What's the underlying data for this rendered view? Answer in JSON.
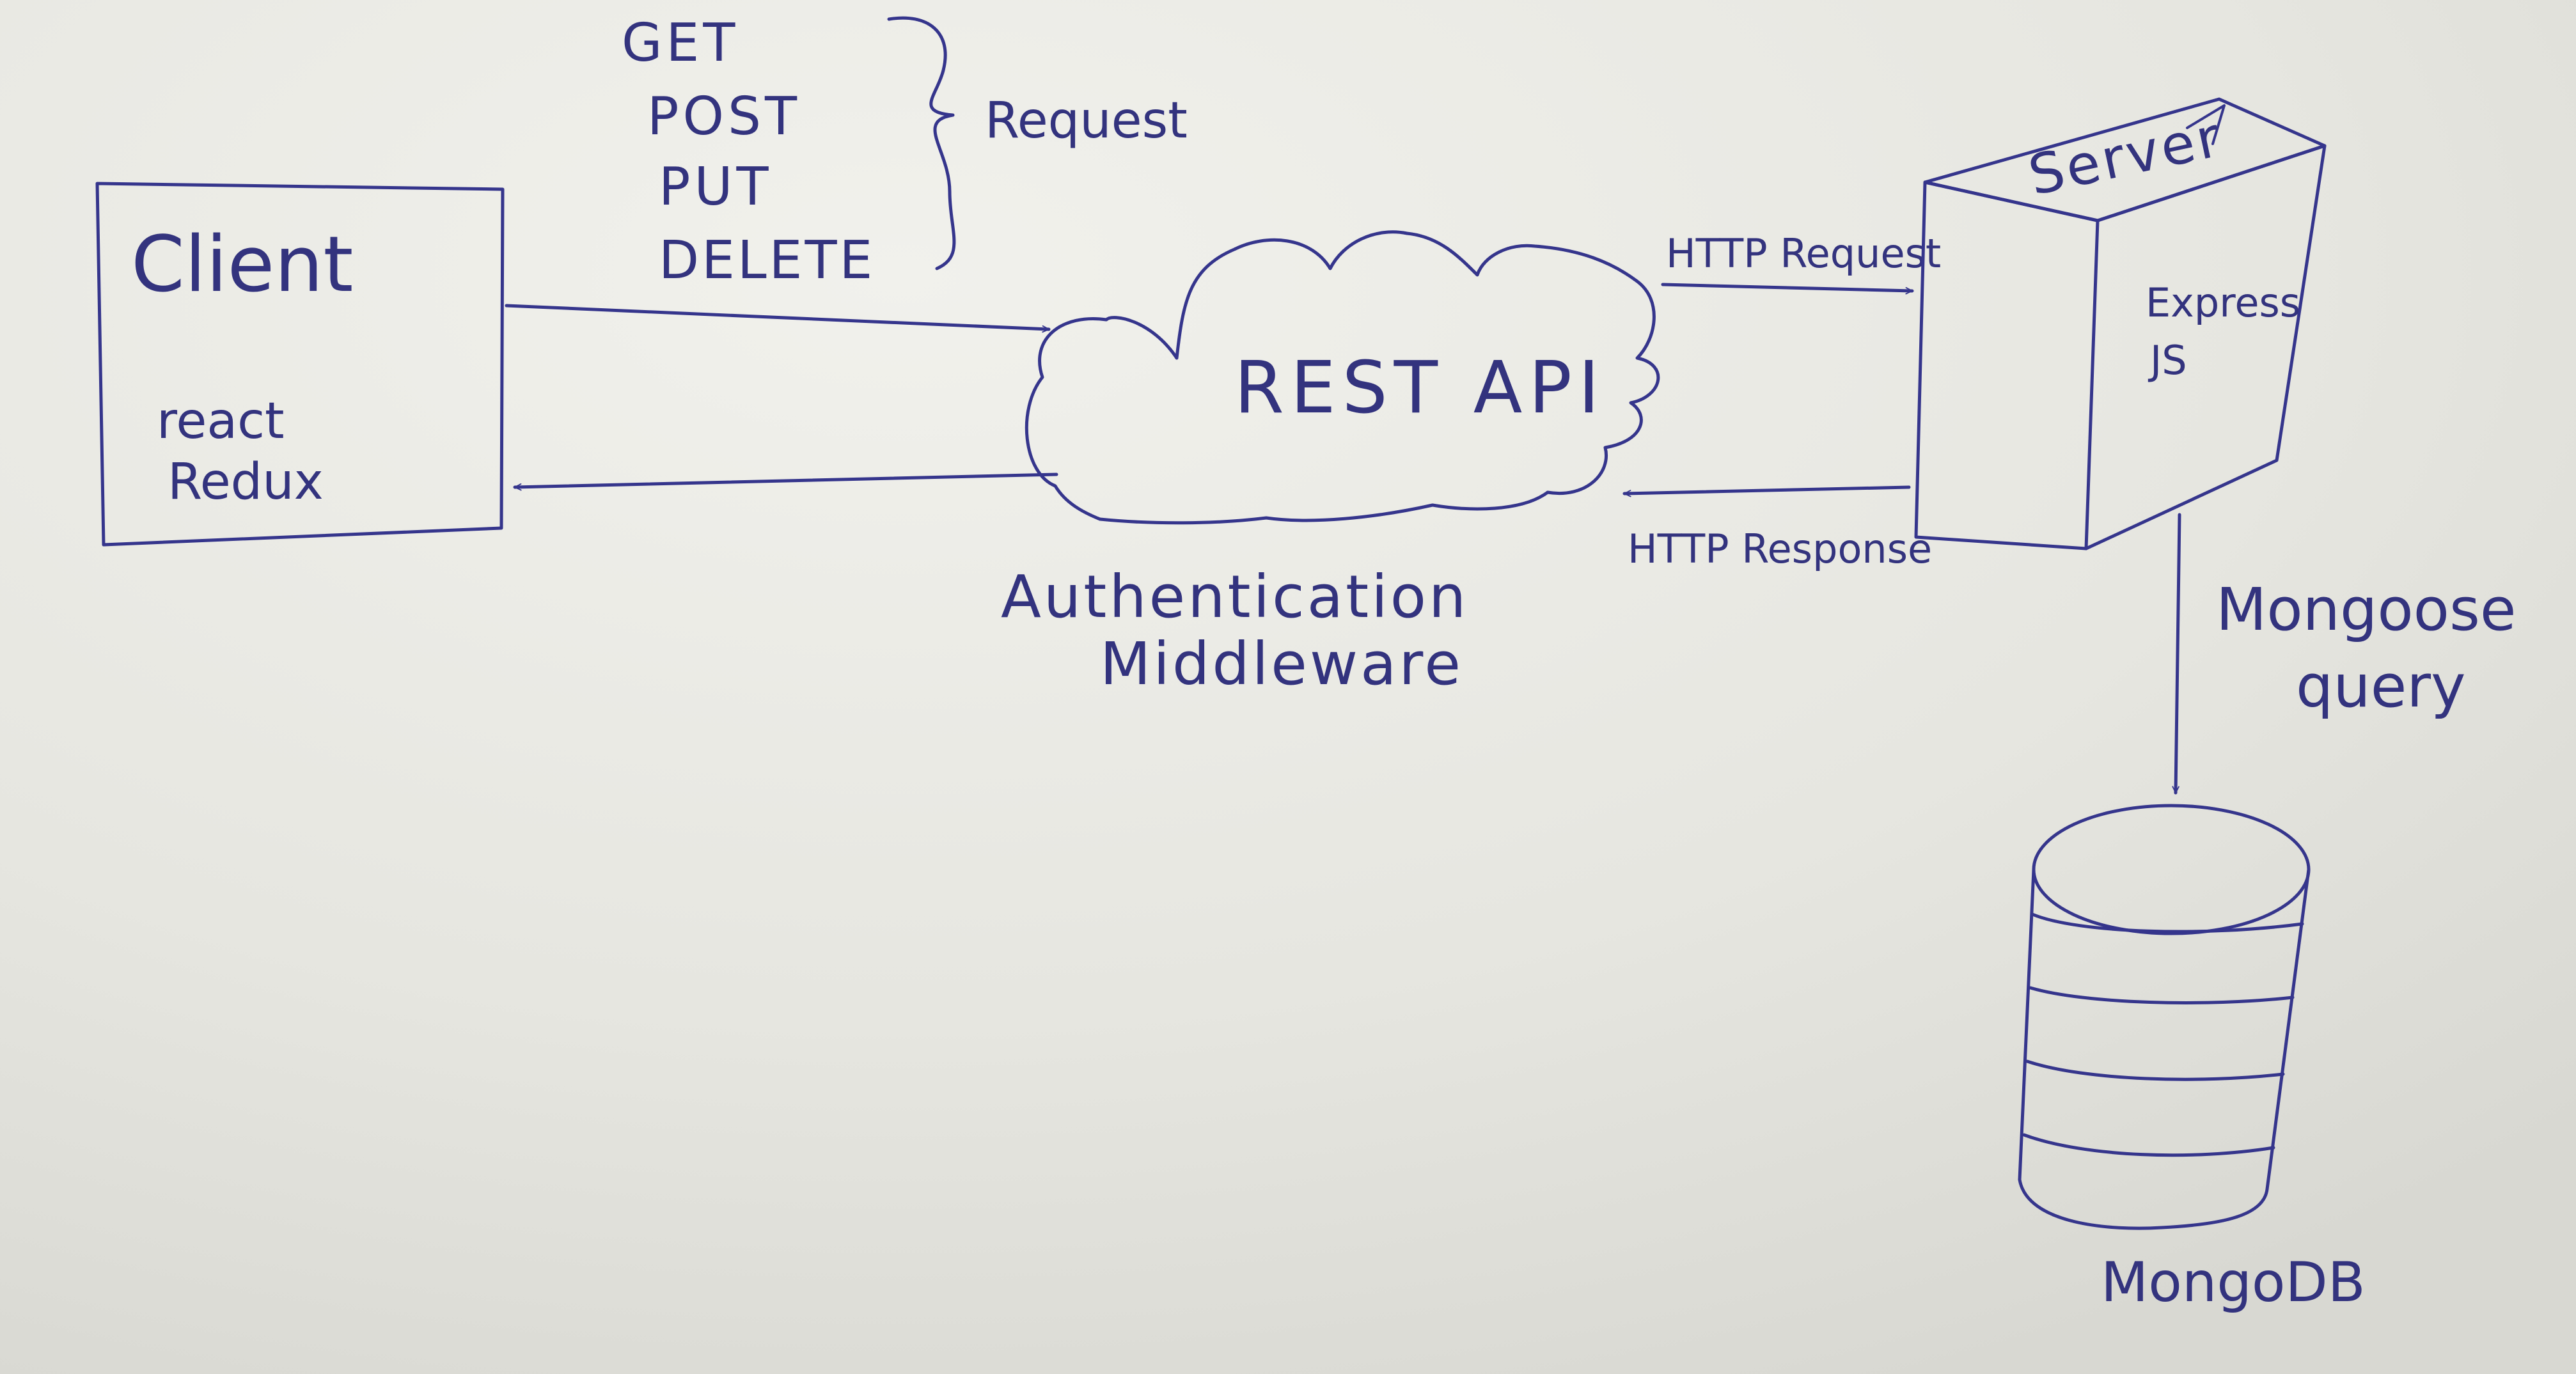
{
  "client": {
    "title": "Client",
    "tech": [
      "react",
      "Redux"
    ]
  },
  "request_methods": [
    "GET",
    "POST",
    "PUT",
    "DELETE"
  ],
  "request_brace_label": "Request",
  "api": {
    "title": "REST API",
    "caption": [
      "Authentication",
      "Middleware"
    ]
  },
  "server": {
    "title": "Server",
    "tech": [
      "Express",
      "JS"
    ]
  },
  "arrows": {
    "http_request": "HTTP Request",
    "http_response": "HTTP Response",
    "mongoose": [
      "Mongoose",
      "query"
    ]
  },
  "database": {
    "label": "MongoDB"
  },
  "colors": {
    "paper": "#e9e9e4",
    "ink": "#35358c"
  }
}
